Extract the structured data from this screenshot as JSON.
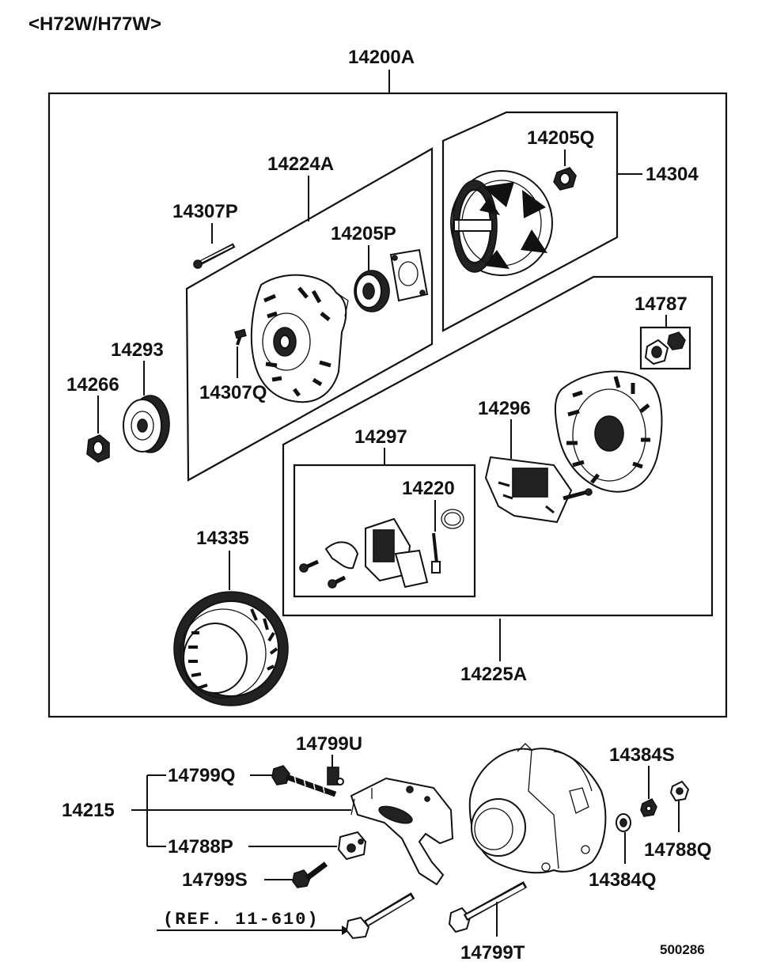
{
  "title": "<H72W/H77W>",
  "labels": {
    "assembly": "14200A",
    "l_14224A": "14224A",
    "l_14307P": "14307P",
    "l_14205P": "14205P",
    "l_14307Q": "14307Q",
    "l_14205Q": "14205Q",
    "l_14304": "14304",
    "l_14293": "14293",
    "l_14266": "14266",
    "l_14787": "14787",
    "l_14296": "14296",
    "l_14297": "14297",
    "l_14220": "14220",
    "l_14335": "14335",
    "l_14225A": "14225A",
    "l_14799U": "14799U",
    "l_14799Q": "14799Q",
    "l_14215": "14215",
    "l_14788P": "14788P",
    "l_14799S": "14799S",
    "l_14384S": "14384S",
    "l_14788Q": "14788Q",
    "l_14384Q": "14384Q",
    "l_14799T": "14799T",
    "ref": "(REF. 11-610)",
    "code": "500286"
  },
  "icons": [
    "rear-bracket-icon",
    "bearing-icon",
    "retainer-plate-icon",
    "rotor-icon",
    "nut-icon",
    "pulley-icon",
    "stator-icon",
    "front-bracket-icon",
    "regulator-icon",
    "brush-holder-icon",
    "bolt-icon",
    "alternator-icon",
    "mounting-bracket-icon",
    "washer-icon"
  ]
}
